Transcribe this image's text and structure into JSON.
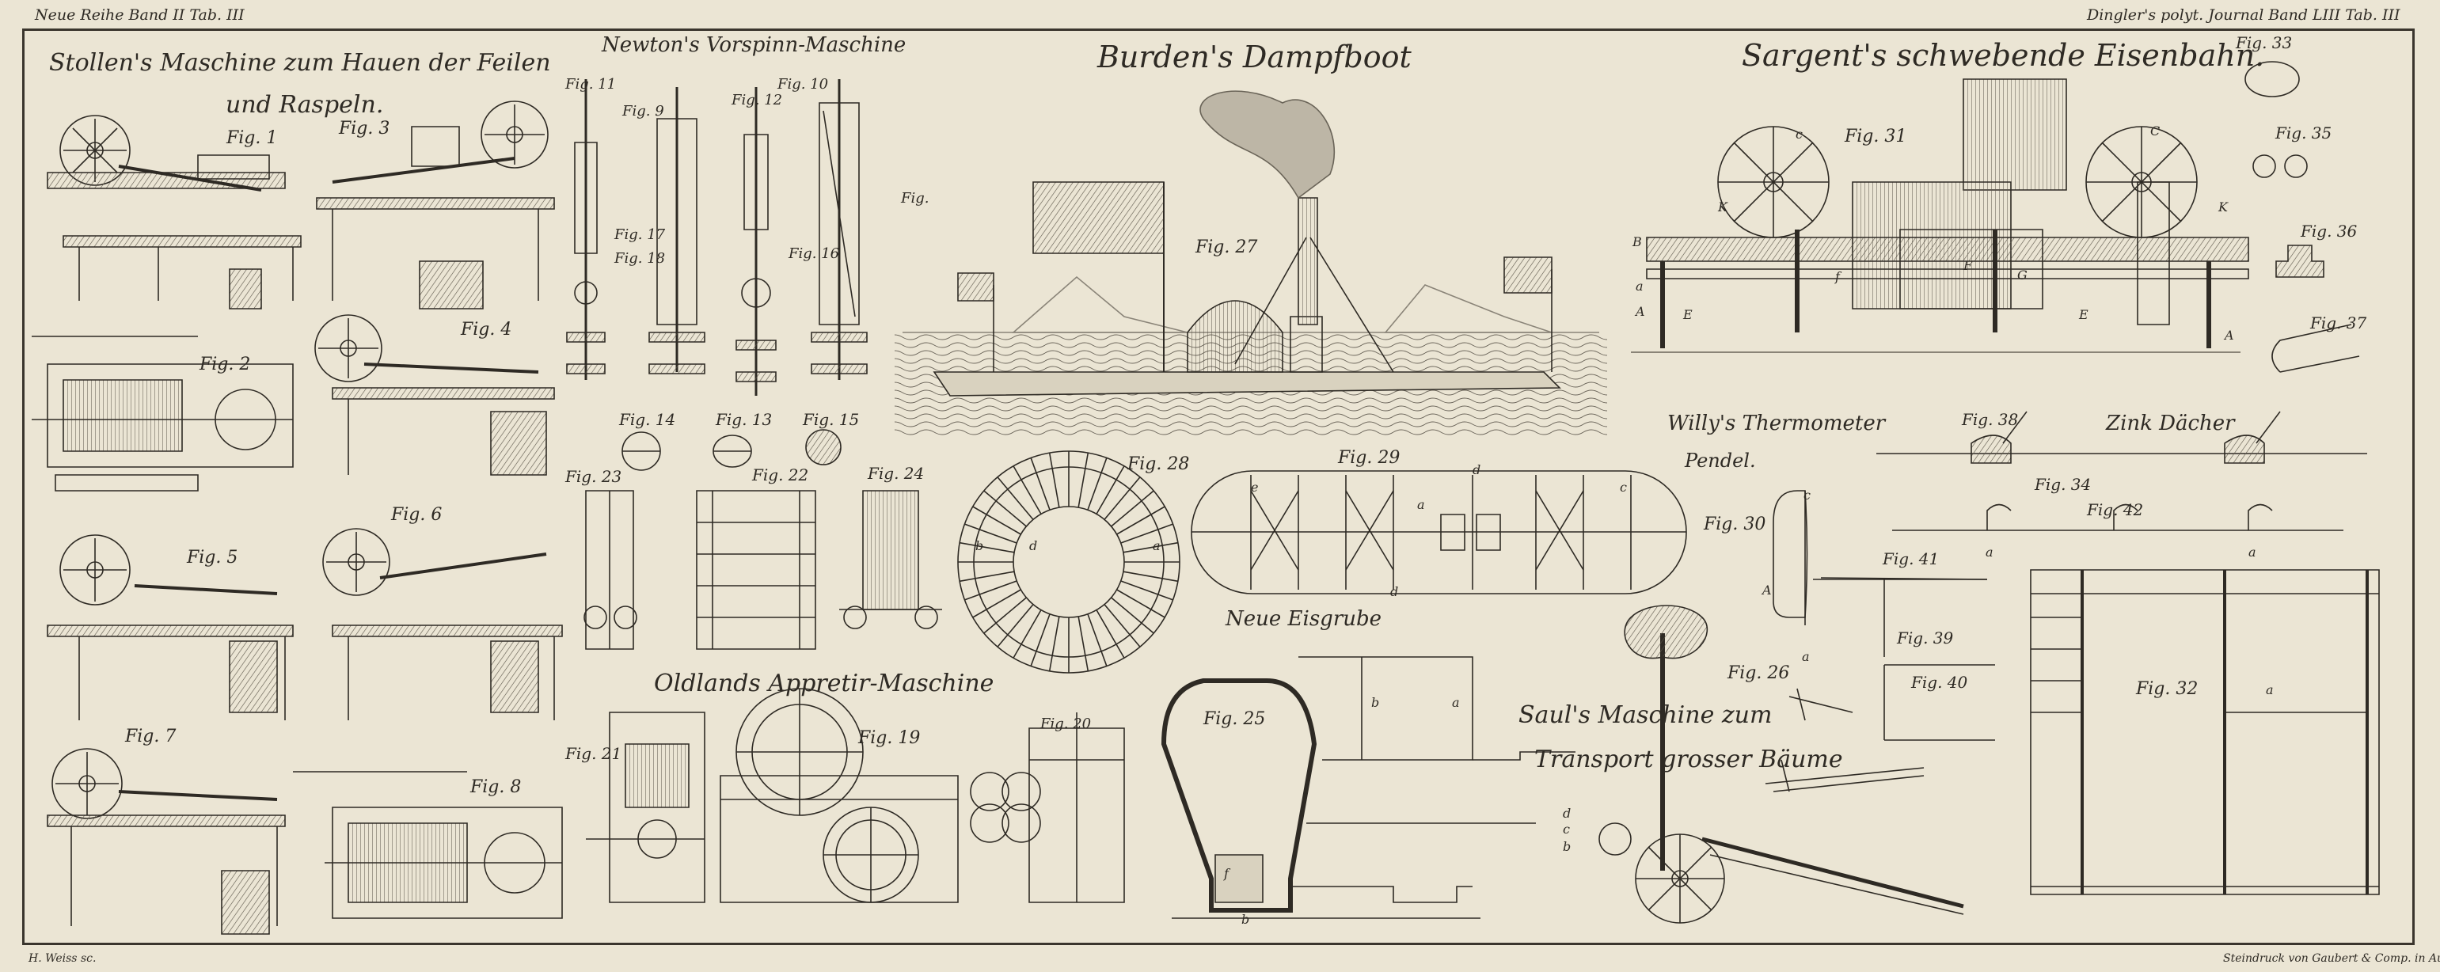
{
  "header": {
    "left": "Neue Reihe Band II Tab. III",
    "right": "Dingler's polyt. Journal Band LIII Tab. III"
  },
  "titles": {
    "stollen": "Stollen's Maschine zum Hauen der Feilen",
    "stollen_2": "und Raspeln.",
    "newton": "Newton's Vorspinn-Maschine",
    "burden": "Burden's Dampfboot",
    "sargent": "Sargent's schwebende Eisenbahn.",
    "willy": "Willy's Thermometer",
    "pendel": "Pendel.",
    "zink": "Zink Dächer",
    "oldland": "Oldlands Appretir-Maschine",
    "eisgrube": "Neue Eisgrube",
    "saul": "Saul's Maschine zum",
    "saul_2": "Transport grosser Bäume"
  },
  "figures": {
    "f1": "Fig. 1",
    "f2": "Fig. 2",
    "f3": "Fig. 3",
    "f4": "Fig. 4",
    "f5": "Fig. 5",
    "f6": "Fig. 6",
    "f7": "Fig. 7",
    "f8": "Fig. 8",
    "f9": "Fig. 9",
    "f10": "Fig. 10",
    "f11": "Fig. 11",
    "f12": "Fig. 12",
    "f13": "Fig. 13",
    "f14": "Fig. 14",
    "f15": "Fig. 15",
    "f16": "Fig. 16",
    "f17": "Fig. 17",
    "f18": "Fig. 18",
    "f19": "Fig. 19",
    "f20": "Fig. 20",
    "f21": "Fig. 21",
    "f22": "Fig. 22",
    "f23": "Fig. 23",
    "f24": "Fig. 24",
    "f25": "Fig. 25",
    "f26": "Fig. 26",
    "f27": "Fig. 27",
    "f28": "Fig. 28",
    "f29": "Fig. 29",
    "f30": "Fig. 30",
    "f31": "Fig. 31",
    "f32": "Fig. 32",
    "f33": "Fig. 33",
    "f34": "Fig. 34",
    "f35": "Fig. 35",
    "f36": "Fig. 36",
    "f37": "Fig. 37",
    "f38": "Fig. 38",
    "f39": "Fig. 39",
    "f40": "Fig. 40",
    "f41": "Fig. 41",
    "f42": "Fig. 42",
    "fig": "Fig."
  },
  "letters": {
    "a": "a",
    "b": "b",
    "c": "c",
    "d": "d",
    "e": "e",
    "f": "f",
    "A": "A",
    "B": "B",
    "C": "C",
    "E": "E",
    "F": "F",
    "G": "G",
    "K": "K"
  },
  "footer": {
    "left": "H. Weiss sc.",
    "right": "Steindruck von Gaubert & Comp. in Augsb."
  },
  "colors": {
    "paper": "#ebe5d4",
    "ink": "#2e2a24",
    "water": "#a9a39a"
  }
}
